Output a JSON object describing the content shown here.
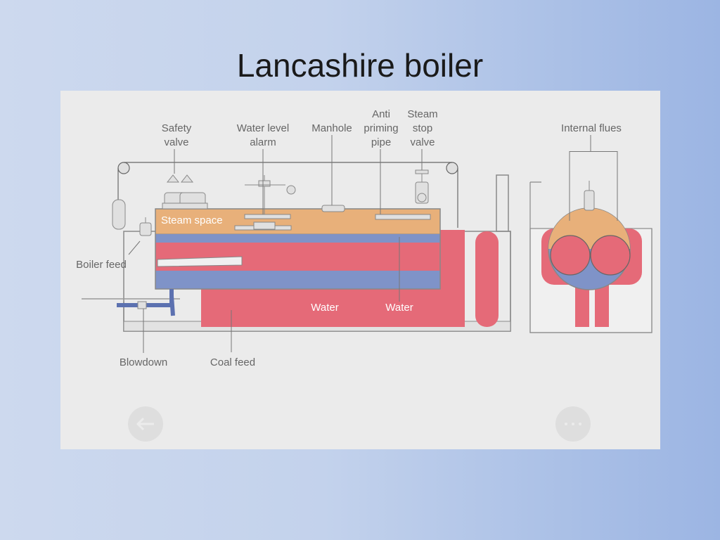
{
  "slide": {
    "title": "Lancashire boiler"
  },
  "diagram": {
    "labels": {
      "safety_valve": [
        "Safety",
        "valve"
      ],
      "water_level_alarm": [
        "Water level",
        "alarm"
      ],
      "manhole": "Manhole",
      "anti_priming_pipe": [
        "Anti",
        "priming",
        "pipe"
      ],
      "steam_stop_valve": [
        "Steam",
        "stop",
        "valve"
      ],
      "internal_flues": "Internal flues",
      "steam_space": "Steam space",
      "boiler_feed": "Boiler feed",
      "water_left": "Water",
      "water_right": "Water",
      "blowdown": "Blowdown",
      "coal_feed": "Coal feed"
    },
    "controls": {
      "prev_icon": "arrow-left-icon",
      "more_icon": "ellipsis-icon"
    },
    "colors": {
      "steam": "#e8b07a",
      "water": "#7f93c8",
      "fire": "#e56a78",
      "line": "#777777",
      "panel": "#ebebeb"
    }
  }
}
